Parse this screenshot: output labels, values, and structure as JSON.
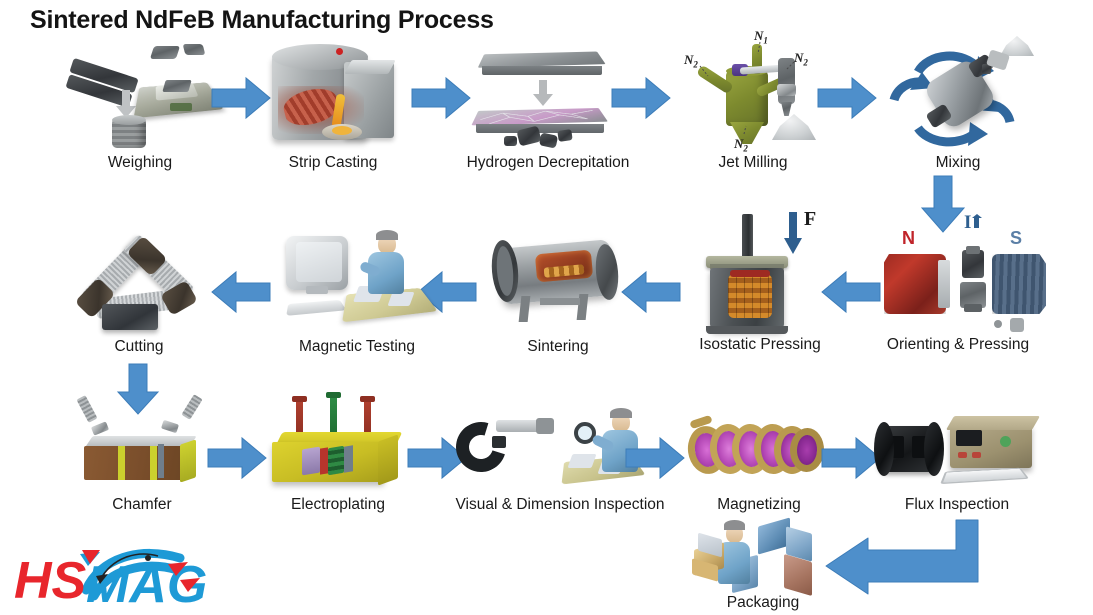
{
  "title": "Sintered NdFeB Manufacturing Process",
  "colors": {
    "arrow_blue": "#4E8FCB",
    "arrow_blue_dark": "#3C7CB8",
    "title_black": "#141414",
    "label_black": "#1A1A1A",
    "logo_red": "#E8262C",
    "logo_blue": "#1E9AD6",
    "north_red": "#C0242A",
    "south_blue": "#5B7FA6"
  },
  "rows": [
    {
      "id": "row-1",
      "direction": "left-to-right",
      "steps": [
        {
          "id": "weighing",
          "label": "Weighing",
          "icon": "weighing-scale-icon"
        },
        {
          "id": "strip-casting",
          "label": "Strip Casting",
          "icon": "casting-furnace-icon"
        },
        {
          "id": "hydrogen-decrepitation",
          "label": "Hydrogen Decrepitation",
          "icon": "crushed-slab-icon"
        },
        {
          "id": "jet-milling",
          "label": "Jet Milling",
          "icon": "jet-mill-icon"
        },
        {
          "id": "mixing",
          "label": "Mixing",
          "icon": "mixer-icon"
        }
      ]
    },
    {
      "id": "row-2",
      "direction": "right-to-left",
      "steps": [
        {
          "id": "orienting-pressing",
          "label": "Orienting & Pressing",
          "icon": "magnet-press-icon"
        },
        {
          "id": "isostatic-pressing",
          "label": "Isostatic Pressing",
          "icon": "isostatic-press-icon"
        },
        {
          "id": "sintering",
          "label": "Sintering",
          "icon": "sintering-furnace-icon"
        },
        {
          "id": "magnetic-testing",
          "label": "Magnetic Testing",
          "icon": "computer-operator-icon"
        },
        {
          "id": "cutting",
          "label": "Cutting",
          "icon": "cutting-machine-icon"
        }
      ]
    },
    {
      "id": "row-3",
      "direction": "left-to-right",
      "steps": [
        {
          "id": "chamfer",
          "label": "Chamfer",
          "icon": "chamfer-blocks-icon"
        },
        {
          "id": "electroplating",
          "label": "Electroplating",
          "icon": "plating-bath-icon"
        },
        {
          "id": "visual-dimension-inspection",
          "label": "Visual & Dimension Inspection",
          "icon": "micrometer-inspector-icon"
        },
        {
          "id": "magnetizing",
          "label": "Magnetizing",
          "icon": "magnetizing-coil-icon"
        },
        {
          "id": "flux-inspection",
          "label": "Flux Inspection",
          "icon": "fluxmeter-icon"
        }
      ]
    },
    {
      "id": "row-4",
      "direction": "right-to-left",
      "steps": [
        {
          "id": "packaging",
          "label": "Packaging",
          "icon": "packaging-boxes-icon"
        }
      ]
    }
  ],
  "icon_annotations": {
    "jet_milling": [
      "N₂",
      "N₁",
      "N₂",
      "N₂"
    ],
    "isostatic_pressing": [
      "F"
    ],
    "orienting_pressing": [
      "N",
      "S",
      "I"
    ]
  },
  "logo": {
    "text_hs": "HS",
    "text_mag": "MAG",
    "alt": "HSMAG magnet manufacturer logo"
  }
}
